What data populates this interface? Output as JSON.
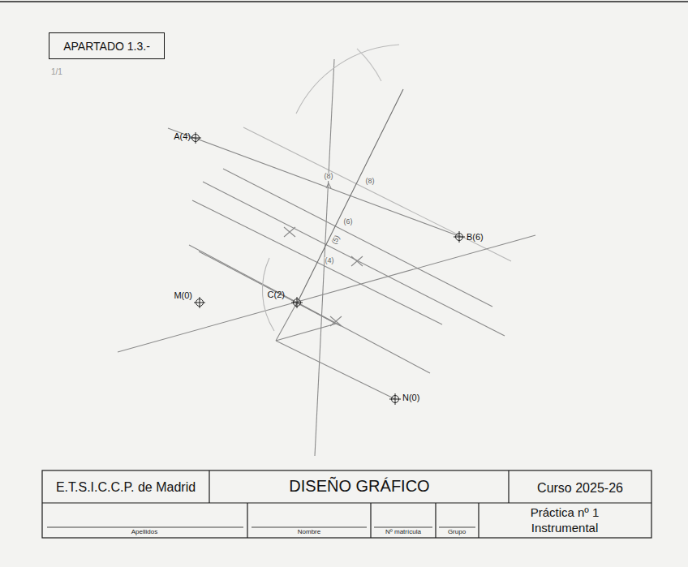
{
  "diagram": {
    "nodes": [
      {
        "text": [
          "APARTADO 1.3.-"
        ]
      }
    ],
    "labels": [
      "1/1",
      "A(4)",
      "B(6)",
      "M(0)",
      "C(2)",
      "N(0)",
      "(8)",
      "(8)",
      "(6)",
      "(5)",
      "(4)",
      "E.T.S.I.C.C.P. de Madrid",
      "DISEÑO GRÁFICO",
      "Curso 2025-26",
      "Apellidos",
      "Nombre",
      "Nº matrícula",
      "Grupo",
      "Práctica nº 1",
      "Instrumental"
    ]
  }
}
